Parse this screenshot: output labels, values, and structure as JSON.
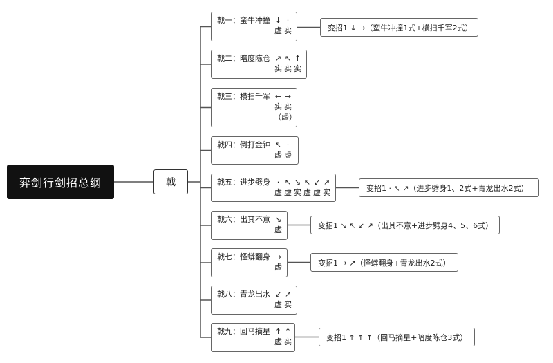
{
  "root": "弈剑行剑招总纲",
  "category": "戟",
  "moves": [
    {
      "title": "戟一：蛮牛冲撞",
      "arrows": [
        "↓",
        "·"
      ],
      "kinds": [
        "虚",
        "实"
      ],
      "extra": null,
      "variant": "变招1 ↓ →（蛮牛冲撞1式+横扫千军2式）"
    },
    {
      "title": "戟二：暗度陈仓",
      "arrows": [
        "↗",
        "↖",
        "↑"
      ],
      "kinds": [
        "实",
        "实",
        "实"
      ],
      "extra": null,
      "variant": null
    },
    {
      "title": "戟三：横扫千军",
      "arrows": [
        "←",
        "→"
      ],
      "kinds": [
        "实",
        "实"
      ],
      "extra": "（虚）",
      "variant": null
    },
    {
      "title": "戟四：倒打金钟",
      "arrows": [
        "↖",
        "·"
      ],
      "kinds": [
        "虚",
        "虚"
      ],
      "extra": null,
      "variant": null
    },
    {
      "title": "戟五：进步劈身",
      "arrows": [
        "·",
        "↖",
        "↘",
        "↖",
        "↙",
        "↗"
      ],
      "kinds": [
        "虚",
        "虚",
        "实",
        "虚",
        "虚",
        "实"
      ],
      "extra": null,
      "variant": "变招1 · ↖ ↗（进步劈身1、2式+青龙出水2式）"
    },
    {
      "title": "戟六：出其不意",
      "arrows": [
        "↘"
      ],
      "kinds": [
        "虚"
      ],
      "extra": null,
      "variant": "变招1 ↘ ↖ ↙ ↗（出其不意+进步劈身4、5、6式）"
    },
    {
      "title": "戟七：怪蟒翻身",
      "arrows": [
        "→"
      ],
      "kinds": [
        "虚"
      ],
      "extra": null,
      "variant": "变招1 → ↗（怪蟒翻身+青龙出水2式）"
    },
    {
      "title": "戟八：青龙出水",
      "arrows": [
        "↙",
        "↗"
      ],
      "kinds": [
        "虚",
        "实"
      ],
      "extra": null,
      "variant": null
    },
    {
      "title": "戟九：回马摘星",
      "arrows": [
        "↑",
        "↑"
      ],
      "kinds": [
        "虚",
        "实"
      ],
      "extra": null,
      "variant": "变招1 ↑ ↑ ↑（回马摘星+暗度陈仓3式）"
    }
  ]
}
